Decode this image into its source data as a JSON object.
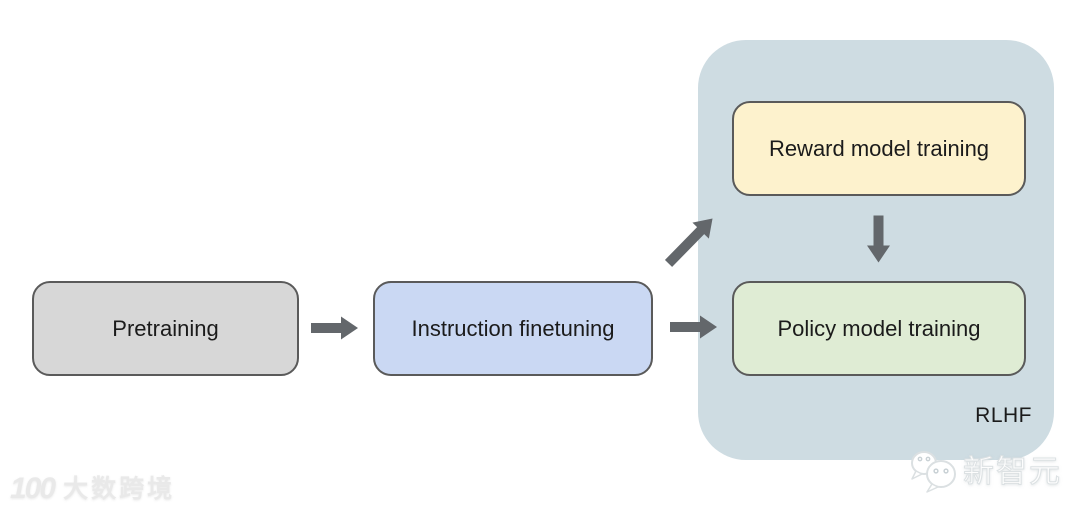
{
  "diagram": {
    "nodes": {
      "pretraining": {
        "label": "Pretraining",
        "fill": "#d7d7d7"
      },
      "instruction_finetuning": {
        "label": "Instruction finetuning",
        "fill": "#cad8f3"
      },
      "reward_model": {
        "label": "Reward model training",
        "fill": "#fdf2cd"
      },
      "policy_model": {
        "label": "Policy model training",
        "fill": "#dfecd4"
      }
    },
    "container": {
      "label": "RLHF",
      "fill": "#cedce2"
    },
    "style": {
      "node_border_color": "#5a5a5a",
      "arrow_color": "#63676b",
      "text_color": "#1b1b1b",
      "background": "#ffffff"
    },
    "edges": [
      {
        "from": "pretraining",
        "to": "instruction_finetuning",
        "type": "horizontal-arrow"
      },
      {
        "from": "instruction_finetuning",
        "to": "reward_model",
        "type": "diagonal-arrow"
      },
      {
        "from": "instruction_finetuning",
        "to": "policy_model",
        "type": "horizontal-arrow"
      },
      {
        "from": "reward_model",
        "to": "policy_model",
        "type": "vertical-arrow"
      }
    ]
  },
  "watermarks": {
    "bottom_left": {
      "logo_text": "100",
      "brand_text": "大数跨境"
    },
    "bottom_right": {
      "brand_text": "新智元",
      "icon": "wechat-icon"
    }
  }
}
